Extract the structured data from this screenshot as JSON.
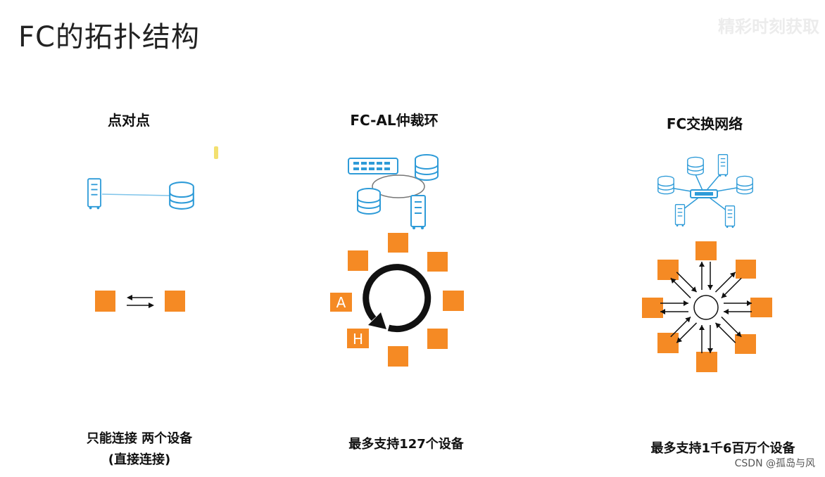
{
  "slide": {
    "title": "FC的拓扑结构",
    "watermark": "精彩时刻获取"
  },
  "columns": [
    {
      "heading": "点对点",
      "caption_lines": [
        "只能连接 两个设备",
        "(直接连接)"
      ]
    },
    {
      "heading": "FC-AL仲裁环",
      "caption_lines": [
        "最多支持127个设备"
      ],
      "ring_labels": [
        "A",
        "H"
      ]
    },
    {
      "heading": "FC交换网络",
      "caption_lines": [
        "最多支持1千6百万个设备"
      ]
    }
  ],
  "colors": {
    "node": "#f58a24",
    "icon": "#2e9bd8",
    "arrow": "#111111"
  },
  "credit": "CSDN @孤岛与风"
}
